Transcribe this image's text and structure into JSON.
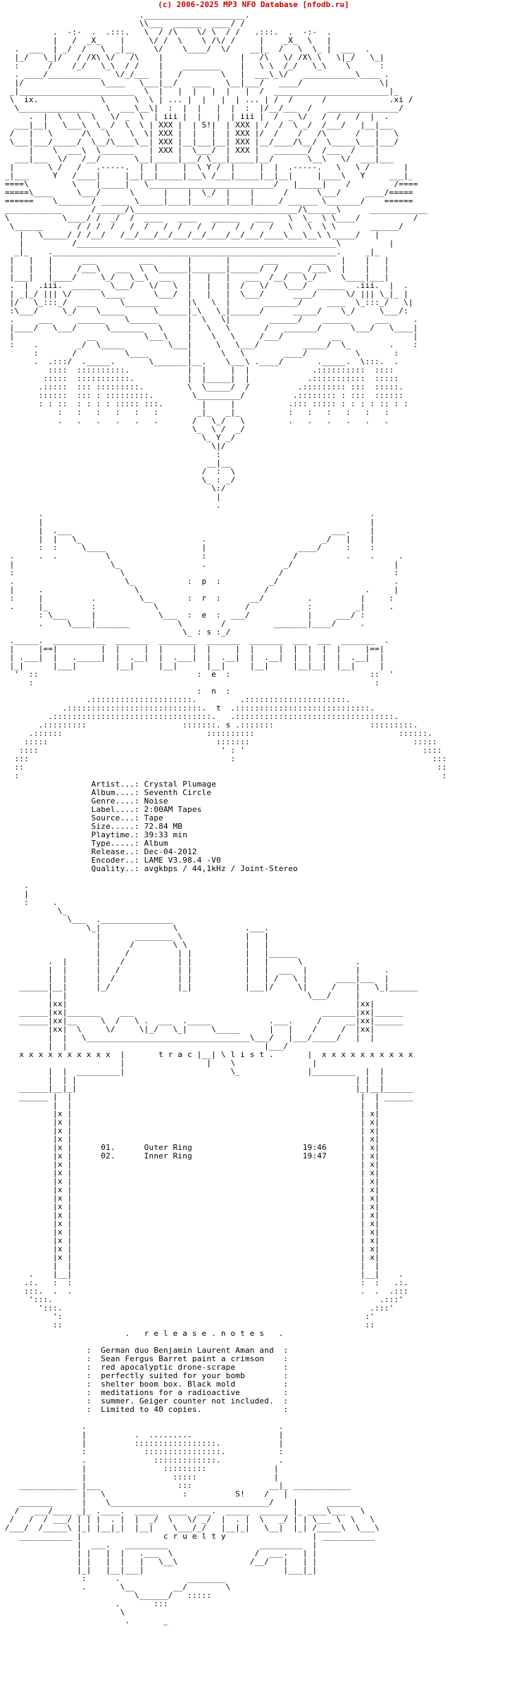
{
  "colors": {
    "text": "#000000",
    "banner": "#cc0000",
    "background": "#ffffff"
  },
  "banner": "(c) 2006-2025 MP3 NFO Database [nfodb.ru]",
  "nfo_lines": [
    "                             ._____________________.",
    "                             \\\\___  ______  ____/ /",
    "           .  -:-  .  .:::.   \\  / /\\    \\/ \\  / /   .:::.  .  -:-  .",
    "           |   /  _X_    |     \\/ /  \\    \\ /\\/ /     |    _X_  \\   |",
    "   .  ___  | _/  /   \\  _|__    \\/    \\____/  \\/    __|_  /   \\  \\_ |  ___  .",
    "   |_/   \\_|/   / /X\\ \\/   /\\    |                |   /\\   \\/ /X\\ \\   \\|_/   \\_|",
    "   :      /    /_/   \\_\\  / /    |    ________    |   \\ \\  /_/   \\_\\    \\      :",
    "   . ____/___________   \\/_/___  |   /        \\   |  ___\\_\\/   ___________\\____ .",
    "   |/                \\____   \\___|__/   ____   \\__|___/   ____/                \\|",
    "  _|________________________  \\  |   |  |   |  |   |  /  ________________________|_",
    "  \\  ix.             \\      \\  \\ | ... |  |   |  | ... | /  /      /             .xi /",
    "   \\_______________   \\  ___\\__\\|  :  |  |   |  |  :  |/__/___  /   _______________/",
    "      .  |  \\   \\  \\   \\/ _  \\  | iii |  |   |  | iii |  /  _ \\/   /  /   /  |  .",
    "   ___|__|   \\___\\  \\_ /  \\  \\ | XXX |  | S!|  | XXX | /  /  \\ _/  /___/   |__|___",
    "  /   |   \\      /\\   \\    \\  \\| XXX |  |   |  | XXX |/  /    /   /\\      /   |   \\",
    "  \\___|___/_____/  \\__/\\____\\__| XXX |__|___|__| XXX |__/____/\\__/  \\_____\\___|___/",
    "      |    \\  ___\\  \\_______   | XXX |  \\___/  | XXX |   _______/  /___  /    |",
    "   ___|___  \\/   /__/       \\__|_____|___/ \\___|_____|__/       \\__\\   \\/  ___|___",
    "  |       \\ /   /   .-----.  |  |     |  \\ Y /  |     |  |  .-----.   \\   \\ /       |",
    " _|___     Y   /____|     |__|__|_____|___\\ /___|_____|__|__|     |____\\   Y     ___|_",
    " ====\\         \\    |_____|   \\__________________________/   |_____|    /         /====",
    " =====\\____     \\___/      \\      |    |  \\_/  |    |      /      \\___/     ____/=====",
    " ======    \\_______/ ______ \\_____|____|_______|____|_____/ ______ \\_______/    ======",
    " ____________      /______/\\__________________________________/\\______\\      ____________",
    " \\           \\____/ /  _/  /  ____   ____   ______   ____   \\  \\_  \\ \\____/           /",
    "  \\______       / / /  /   /  /   /  /   /  /    /  /   /   \\   \\  \\ \\       ______/",
    "    |   \\_____/ / /__/   /__/___/__/___/__/____/__/___/____\\___\\__\\ \\_____/   |",
    "    |          /______________________________________________________\\          |",
    "   _|_    .___________________________________________________________.     _|_",
    "  |   |   |      ___         ___       |       |       ___       ___   |    |   |",
    "  |   |   |     /___\\   ___  \\  \\______|_______|______/  /  ___ /___\\  |    |   |",
    "  |___|   |____/     \\_/   \\__\\  ___   |   |   |   ___  /__/   \\_/     \\____|___|",
    "  .  |  .iii.  ______  \\___/   \\/   \\  |   |   |  /   \\/   \\___/  ______  .iii.  |  .",
    "  | _|_/ ||| \\/      \\____      \\___/  |   |   |  \\___/      ____/      \\/ ||| \\_|_ |",
    "  |/   \\_:::_/  ____     \\_______      |\\   \\  |       _______/     ____  \\_:::_/   \\|",
    "  :\\___/     \\_/    \\_____      \\______|_\\   \\_|______/      _____/    \\_/     \\___/:",
    "  .     ___     ______    \\______      |  \\   \\|        ______/    ______     ___     .",
    "  |____/   \\___/      \\_______   \\     |   \\   \\       /   _______/      \\___/   \\____|",
    "  |               __          \\___\\    |    \\   \\     /___/          __               |",
    "  :    .        _/  \\_____         \\___|     \\   \\___/         _____/  \\_        .    :",
    "       :       /          \\____        |      \\   \\        ____/          \\       :",
    "       .  .:::/  ._____.       \\_______|__.    \\___\\ .____/       ._____.  \\:::.  .",
    "          ::::  ::::::::::.            |  |     |  |             .::::::::::  ::::",
    "         :::::  :::::::::::.           |  |_____|  |            .:::::::::::  :::::",
    "        .:::::  ::: :::::::::.         \\  \\_____/  /          .::::::::: :::  :::::.",
    "        ::::::  ::: : :::::::::.        \\_________/          .:::::::: : :::  ::::::",
    "        : : ::  : : : : ::::: :::.        |     |           .::: ::::: : : : : :: : :",
    "            :   :   :   :   :   :        _|_   _|_          :   :   :   :   :   :",
    "            .   .   .   .   .   .       /   \\_/   \\         .   .   .   .   .   .",
    "                                        \\_  \\ /  _/",
    "                                          \\_ Y _/",
    "                                            \\|/",
    "                                             :",
    "                                           __|__",
    "                                          /  :  \\",
    "                                          \\_ : _/",
    "                                            \\:/",
    "                                             |",
    "                                             .",
    "        .                                                                    .",
    "        |                                                                    |",
    "        |  .___                                                      ___.    |",
    "        |  |   \\_                         .                        _/   |    |",
    "        :  :     \\____                    |                   ____/     :    :",
    "  .     .  .          \\                   :                  /          .    .     .",
    "  |                    \\_                 .                _/                     |",
    "  :                      \\                                /                       :",
    "  .                       \\_           :  p  :          _/                        .",
    "  |     .                   \\                          /                    .     |",
    "  :     |          .         \\__       :  r  :      __/         .          |     :",
    "  .     |_         :            \\                  /            :         _|     .",
    "        : \\___     |             \\___  :  e  :  ___/            |     ___/ :",
    "        .     \\____|_______          \\        /          _______|____/     .",
    "                                      \\_ : s :_/",
    "  ._____.  ___________  _______  ________  _______  _______  ___  ___  _______  .",
    "  |     |==|         |  |     |  |      |  |     |  |     |  |  |  |  |     |==|",
    "  | .___|  |   ._____|  |  .__|  |  .___|  |  .__|  |  .__|  |  |  |  |  .__|  |",
    "  |_|      |___|        |__|     |__|      |__|     |__|     |__|__|  |__|     |",
    "   '  ::                                 :  e  :                             ::  '",
    "      :                                                                       :",
    "                                         :  n  :",
    "                  .:::::::::::::::::::::.         .:::::::::::::::::::::.",
    "             .::::::::::::::::::::::::::::.  t  .::::::::::::::::::::::::::::.",
    "          .:::::::::::::::::::::::::::::::::.   .:::::::::::::::::::::::::::::::::.",
    "        .:::::::::                    :::::::. s .:::::::                    :::::::::.",
    "      .::::::                              ::::::::::                              ::::::.",
    "     :::::                                   :::::::                                  :::::",
    "    ::::                                      ' : '                                     ::::",
    "   :::                                          :                                         :::",
    "   ::                                                                                      ::",
    "   :                                                                                        :",
    "                   Artist...: Crystal Plumage",
    "                   Album....: Seventh Circle",
    "                   Genre....: Noise",
    "                   Label....: 2:00AM Tapes",
    "                   Source...: Tape",
    "                   Size.....: 72.84 MB",
    "                   Playtime.: 39:33 min",
    "                   Type.....: Album",
    "                   Release..: Dec-04-2012",
    "                   Encoder..: LAME V3.98.4 -V0",
    "                   Quality..: avgkbps / 44,1kHz / Joint-Stereo",
    "",
    "     .",
    "     |",
    "     :     .",
    "            \\_",
    "              \\___  ._______________",
    "                  \\_|               \\              .___.",
    "                    |       ________ \\             |   |",
    "                    |      /        \\ \\            |   |",
    "                    |     /          | |           |   |______",
    "          .  |      |    /           | |           |   |      \\           .",
    "          |  |      |   /            | |           |   |  ___  |          |     .",
    "          |  |      |  /             | |           |   | /   \\ |      ____|___  |",
    "    ______|__|      |_/              |_|           |___|/     \\|     /    |   \\_|______",
    "          |  |                                                  \\___/     |",
    "          |xx|                                                            |xx|",
    "    ______|xx|_______    ___                                       _______|xx|______",
    "    ______|xx|__     \\  /   \\ .  ___  ._____            .___.     /     __|xx|______",
    "          |xx|  \\     \\/     \\|_/   \\_|     \\_____      |   |    /     /  |xx|",
    "          |  |   \\__________________________________\\___/   |___/_____/   |  |",
    "          |  |                                         |___/",
    "    x x x x x x x x x x  |       t r a c |__| \\ l i s t .       |  x x x x x x x x x x",
    "                         |                 |    \\                |",
    "          |  |  _________|                      \\_              |_________  |  |",
    "          |  | |                                                          | |  |",
    "    ______|__|_|                                                          |_|__|______",
    "    ______ |  |                                                            |  | ______",
    "           |  |                                                            |  |",
    "           |x |                                                            | x|",
    "           |x |                                                            | x|",
    "           |x |                                                            | x|",
    "           |x |                                                            | x|",
    "           |x |      01.      Outer Ring                       19:46       | x|",
    "           |x |      02.      Inner Ring                       19:47       | x|",
    "           |x |                                                            | x|",
    "           |x |                                                            | x|",
    "           |x |                                                            | x|",
    "           |x |                                                            | x|",
    "           |x |                                                            | x|",
    "           |x |                                                            | x|",
    "           |x |                                                            | x|",
    "           |x |                                                            | x|",
    "           |x |                                                            | x|",
    "           |x |                                                            | x|",
    "           |x |                                                            | x|",
    "           |x |                                                            | x|",
    "           |  |                                                            |  |",
    "      .    |__|                                                            |__|    .",
    "     .:.   :  :                                                            :  :   .:.",
    "     :::.  .  .                                                            .  .  .:::",
    "      ':::.                                                                    .:::'",
    "        ':::.                                                                .:::'",
    "           ':                                                               :'",
    "           ::                                                               ::",
    "                          .   r e l e a s e . n o t e s   .",
    "",
    "                  :  German duo Benjamin Laurent Aman and  :",
    "                  :  Sean Fergus Barret paint a crimson    :",
    "                  :  red apocalyptic drone-scrape          :",
    "                  :  perfectly suited for your bomb        :",
    "                  :  shelter boom box. Black mold          :",
    "                  :  meditations for a radioactive         :",
    "                  :  summer. Geiger counter not included.  :",
    "                  :  Limited to 40 copies.                 :",
    "",
    "                 .                                        .",
    "                 |          .  .........                  |",
    "                 |          :::::::::::::::::.            |",
    "                 :            ::::::::::::::::.           :",
    "                 .              :::::::::::::.            .",
    "                 |                :::::::::              |",
    "                 |                  :::::                |",
    "    ____________ |___                :::                __|_ ____________",
    "                 |   \\                :          S!    /   |",
    "    _______      |    \\_________________________________/    |      _______",
    "   /   ___/____ _|_ .____.  _____  ____  ___.  _____  ______ |_ ____\\___   \\",
    "  /   /  / ___/ | | |  . |  |  _/  \\   \\/ _/  |  . |  \\   _/ | | \\___ \\  \\   \\",
    " /___/  /_____\\ |_| |__|_|  |__|    \\___/_/   |__|_|   \\__|  |_| /_____\\  \\___\\",
    "    ___________ |                 c r u e l t y                  | ___________",
    "                |  ___.   _________                   _________  |",
    "                | |   |  |   .___  \\                 /  ___.   | |",
    "                | |   |  |   |   \\__\\               /__/   |   | |",
    "                |_|   |__|___|                             |___|_|",
    "                 :      .              ________",
    "                 .       \\__        __/        \\",
    "                            \\______/   :::::",
    "                        .       :::",
    "                         \\",
    "                          .       _"
  ]
}
